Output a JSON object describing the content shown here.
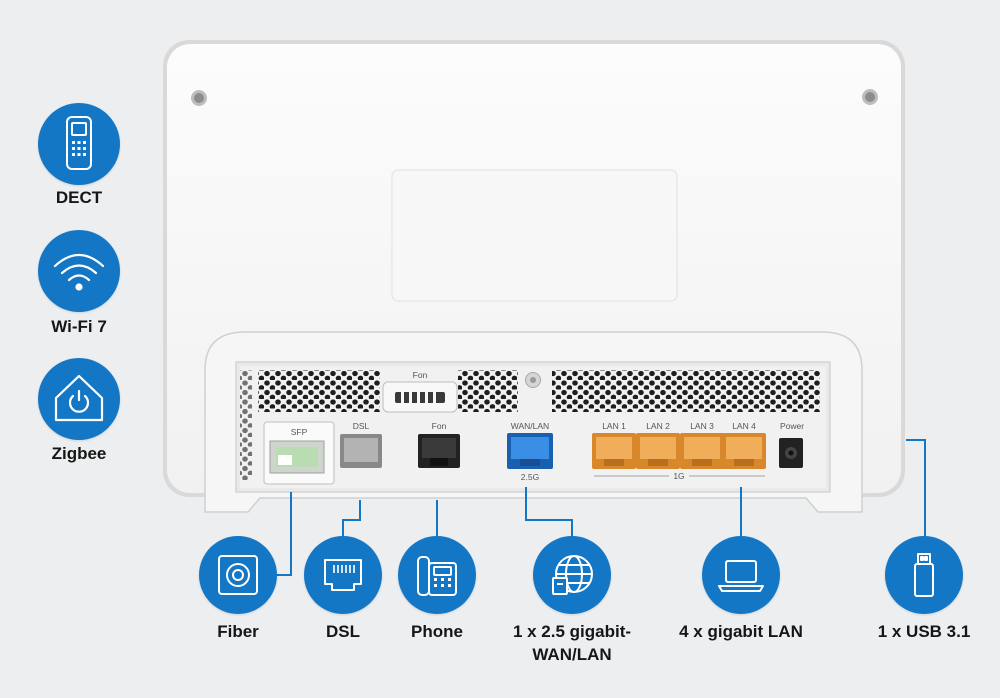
{
  "features": {
    "dect": "DECT",
    "wifi": "Wi-Fi 7",
    "zigbee": "Zigbee"
  },
  "ports": {
    "fon_top": "Fon",
    "sfp": "SFP",
    "dsl": "DSL",
    "fon": "Fon",
    "wan_lan": "WAN/LAN",
    "wan_speed": "2.5G",
    "lan1": "LAN 1",
    "lan2": "LAN 2",
    "lan3": "LAN 3",
    "lan4": "LAN 4",
    "lan_speed": "1G",
    "power": "Power"
  },
  "connections": {
    "fiber": "Fiber",
    "dsl": "DSL",
    "phone": "Phone",
    "wan_line1": "1 x 2.5 gigabit-",
    "wan_line2": "WAN/LAN",
    "lan": "4 x gigabit LAN",
    "usb": "1 x USB 3.1"
  },
  "colors": {
    "accent": "#1477c6",
    "lan_port": "#e9a040",
    "wan_port": "#2a7fd6"
  },
  "icons": [
    "dect-phone-icon",
    "wifi-icon",
    "zigbee-home-icon",
    "fiber-icon",
    "dsl-port-icon",
    "phone-icon",
    "globe-icon",
    "laptop-icon",
    "usb-icon"
  ]
}
